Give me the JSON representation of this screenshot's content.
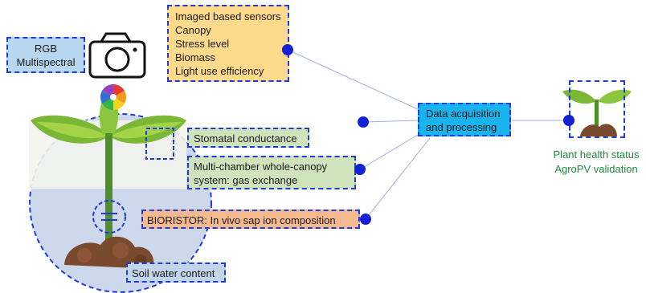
{
  "rgb_box": {
    "lines": [
      "RGB",
      "Multispectral"
    ],
    "color": "#b7d6ef"
  },
  "image_sensors": {
    "lines": [
      "Imaged based sensors",
      "Canopy",
      "Stress level",
      "Biomass",
      "Light use efficiency"
    ],
    "color": "#ffd98c"
  },
  "stomatal": {
    "label": "Stomatal conductance",
    "color": "#cfe3bc"
  },
  "multichamber": {
    "lines": [
      "Multi-chamber whole-canopy",
      "system:   gas exchange"
    ],
    "color": "#cfe3bc"
  },
  "bioristor": {
    "label": "BIORISTOR: In vivo sap ion composition",
    "color": "#f5b98f"
  },
  "soil": {
    "label": "Soil water content",
    "color": "#c3d5ea"
  },
  "data_acq": {
    "lines": [
      "Data acquisition",
      "and processing"
    ],
    "color": "#19b3ee"
  },
  "output": {
    "lines": [
      "Plant health status",
      "AgroPV validation"
    ],
    "color": "#1e8a3c"
  },
  "icons": [
    "camera-icon",
    "color-wheel-icon",
    "plant-icon",
    "sprout-icon",
    "sensor-electrode-icon"
  ],
  "accent": "#1320d6"
}
